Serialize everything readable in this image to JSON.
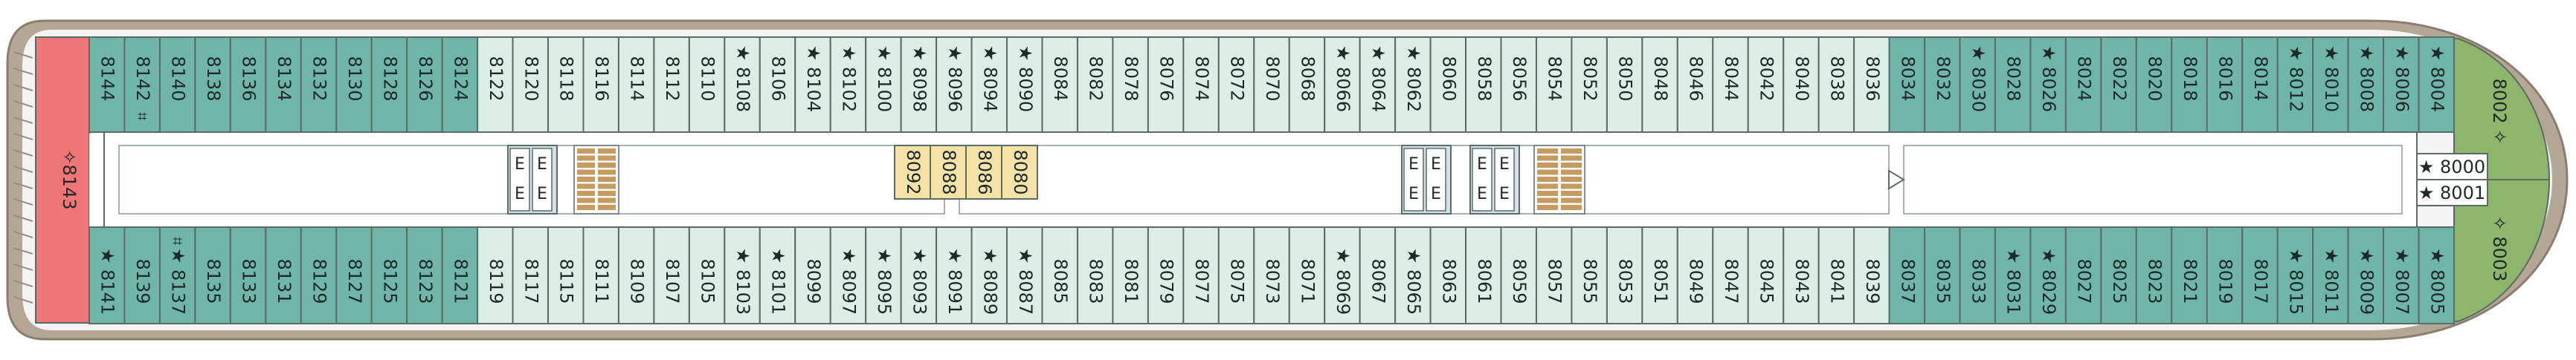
{
  "colors": {
    "hull_outer": "#b5a795",
    "hull_rim": "#8a7e6f",
    "deck_fill": "#f3f4f3",
    "corridor": "#ffffff",
    "teal": "#6fb5a8",
    "light": "#ddeee6",
    "yellow": "#f4e2a6",
    "red": "#ef7676",
    "green": "#8eb56c",
    "lift": "#cde4ee",
    "stair": "#c69b62",
    "stroke": "#5d6b66"
  },
  "legend": {
    "star": "★",
    "diamond": "✧",
    "hearing": "⌗"
  },
  "top_row": [
    {
      "num": "8144",
      "c": "teal"
    },
    {
      "num": "8142",
      "c": "teal",
      "hearing": true
    },
    {
      "num": "8140",
      "c": "teal"
    },
    {
      "num": "8138",
      "c": "teal"
    },
    {
      "num": "8136",
      "c": "teal"
    },
    {
      "num": "8134",
      "c": "teal"
    },
    {
      "num": "8132",
      "c": "teal"
    },
    {
      "num": "8130",
      "c": "teal"
    },
    {
      "num": "8128",
      "c": "teal"
    },
    {
      "num": "8126",
      "c": "teal"
    },
    {
      "num": "8124",
      "c": "teal"
    },
    {
      "num": "8122",
      "c": "light"
    },
    {
      "num": "8120",
      "c": "light"
    },
    {
      "num": "8118",
      "c": "light"
    },
    {
      "num": "8116",
      "c": "light"
    },
    {
      "num": "8114",
      "c": "light"
    },
    {
      "num": "8112",
      "c": "light"
    },
    {
      "num": "8110",
      "c": "light"
    },
    {
      "num": "8108",
      "c": "light",
      "star": true
    },
    {
      "num": "8106",
      "c": "light"
    },
    {
      "num": "8104",
      "c": "light",
      "star": true
    },
    {
      "num": "8102",
      "c": "light",
      "star": true
    },
    {
      "num": "8100",
      "c": "light",
      "star": true
    },
    {
      "num": "8098",
      "c": "light",
      "star": true
    },
    {
      "num": "8096",
      "c": "light",
      "star": true
    },
    {
      "num": "8094",
      "c": "light",
      "star": true
    },
    {
      "num": "8090",
      "c": "light",
      "star": true
    },
    {
      "num": "8084",
      "c": "light"
    },
    {
      "num": "8082",
      "c": "light"
    },
    {
      "num": "8078",
      "c": "light"
    },
    {
      "num": "8076",
      "c": "light"
    },
    {
      "num": "8074",
      "c": "light"
    },
    {
      "num": "8072",
      "c": "light"
    },
    {
      "num": "8070",
      "c": "light"
    },
    {
      "num": "8068",
      "c": "light"
    },
    {
      "num": "8066",
      "c": "light",
      "star": true
    },
    {
      "num": "8064",
      "c": "light",
      "star": true
    },
    {
      "num": "8062",
      "c": "light",
      "star": true
    },
    {
      "num": "8060",
      "c": "light"
    },
    {
      "num": "8058",
      "c": "light"
    },
    {
      "num": "8056",
      "c": "light"
    },
    {
      "num": "8054",
      "c": "light"
    },
    {
      "num": "8052",
      "c": "light"
    },
    {
      "num": "8050",
      "c": "light"
    },
    {
      "num": "8048",
      "c": "light"
    },
    {
      "num": "8046",
      "c": "light"
    },
    {
      "num": "8044",
      "c": "light"
    },
    {
      "num": "8042",
      "c": "light"
    },
    {
      "num": "8040",
      "c": "light"
    },
    {
      "num": "8038",
      "c": "light"
    },
    {
      "num": "8036",
      "c": "light"
    },
    {
      "num": "8034",
      "c": "teal"
    },
    {
      "num": "8032",
      "c": "teal"
    },
    {
      "num": "8030",
      "c": "teal",
      "star": true
    },
    {
      "num": "8028",
      "c": "teal"
    },
    {
      "num": "8026",
      "c": "teal",
      "star": true
    },
    {
      "num": "8024",
      "c": "teal"
    },
    {
      "num": "8022",
      "c": "teal"
    },
    {
      "num": "8020",
      "c": "teal"
    },
    {
      "num": "8018",
      "c": "teal"
    },
    {
      "num": "8016",
      "c": "teal"
    },
    {
      "num": "8014",
      "c": "teal"
    },
    {
      "num": "8012",
      "c": "teal",
      "star": true
    },
    {
      "num": "8010",
      "c": "teal",
      "star": true
    },
    {
      "num": "8008",
      "c": "teal",
      "star": true
    },
    {
      "num": "8006",
      "c": "teal",
      "star": true
    },
    {
      "num": "8004",
      "c": "teal",
      "star": true
    }
  ],
  "bottom_row": [
    {
      "num": "8141",
      "c": "teal",
      "star": true
    },
    {
      "num": "8139",
      "c": "teal"
    },
    {
      "num": "8137",
      "c": "teal",
      "star": true,
      "hearing": true
    },
    {
      "num": "8135",
      "c": "teal"
    },
    {
      "num": "8133",
      "c": "teal"
    },
    {
      "num": "8131",
      "c": "teal"
    },
    {
      "num": "8129",
      "c": "teal"
    },
    {
      "num": "8127",
      "c": "teal"
    },
    {
      "num": "8125",
      "c": "teal"
    },
    {
      "num": "8123",
      "c": "teal"
    },
    {
      "num": "8121",
      "c": "teal"
    },
    {
      "num": "8119",
      "c": "light"
    },
    {
      "num": "8117",
      "c": "light"
    },
    {
      "num": "8115",
      "c": "light"
    },
    {
      "num": "8111",
      "c": "light"
    },
    {
      "num": "8109",
      "c": "light"
    },
    {
      "num": "8107",
      "c": "light"
    },
    {
      "num": "8105",
      "c": "light"
    },
    {
      "num": "8103",
      "c": "light",
      "star": true
    },
    {
      "num": "8101",
      "c": "light",
      "star": true
    },
    {
      "num": "8099",
      "c": "light"
    },
    {
      "num": "8097",
      "c": "light",
      "star": true
    },
    {
      "num": "8095",
      "c": "light",
      "star": true
    },
    {
      "num": "8093",
      "c": "light",
      "star": true
    },
    {
      "num": "8091",
      "c": "light",
      "star": true
    },
    {
      "num": "8089",
      "c": "light",
      "star": true
    },
    {
      "num": "8087",
      "c": "light",
      "star": true
    },
    {
      "num": "8085",
      "c": "light"
    },
    {
      "num": "8083",
      "c": "light"
    },
    {
      "num": "8081",
      "c": "light"
    },
    {
      "num": "8079",
      "c": "light"
    },
    {
      "num": "8077",
      "c": "light"
    },
    {
      "num": "8075",
      "c": "light"
    },
    {
      "num": "8073",
      "c": "light"
    },
    {
      "num": "8071",
      "c": "light"
    },
    {
      "num": "8069",
      "c": "light",
      "star": true
    },
    {
      "num": "8067",
      "c": "light"
    },
    {
      "num": "8065",
      "c": "light",
      "star": true
    },
    {
      "num": "8063",
      "c": "light"
    },
    {
      "num": "8061",
      "c": "light"
    },
    {
      "num": "8059",
      "c": "light"
    },
    {
      "num": "8057",
      "c": "light"
    },
    {
      "num": "8055",
      "c": "light"
    },
    {
      "num": "8053",
      "c": "light"
    },
    {
      "num": "8051",
      "c": "light"
    },
    {
      "num": "8049",
      "c": "light"
    },
    {
      "num": "8047",
      "c": "light"
    },
    {
      "num": "8045",
      "c": "light"
    },
    {
      "num": "8043",
      "c": "light"
    },
    {
      "num": "8041",
      "c": "light"
    },
    {
      "num": "8039",
      "c": "light"
    },
    {
      "num": "8037",
      "c": "teal"
    },
    {
      "num": "8035",
      "c": "teal"
    },
    {
      "num": "8033",
      "c": "teal"
    },
    {
      "num": "8031",
      "c": "teal",
      "star": true
    },
    {
      "num": "8029",
      "c": "teal",
      "star": true
    },
    {
      "num": "8027",
      "c": "teal"
    },
    {
      "num": "8025",
      "c": "teal"
    },
    {
      "num": "8023",
      "c": "teal"
    },
    {
      "num": "8021",
      "c": "teal"
    },
    {
      "num": "8019",
      "c": "teal"
    },
    {
      "num": "8017",
      "c": "teal"
    },
    {
      "num": "8015",
      "c": "teal",
      "star": true
    },
    {
      "num": "8011",
      "c": "teal",
      "star": true
    },
    {
      "num": "8009",
      "c": "teal",
      "star": true
    },
    {
      "num": "8007",
      "c": "teal",
      "star": true
    },
    {
      "num": "8005",
      "c": "teal",
      "star": true
    }
  ],
  "center_cabins": [
    "8092",
    "8088",
    "8086",
    "8080"
  ],
  "aft_suite": "8143",
  "forward": {
    "top": "8002",
    "bottom": "8003",
    "mid": [
      "8000",
      "8001"
    ]
  },
  "lift_label": "E"
}
